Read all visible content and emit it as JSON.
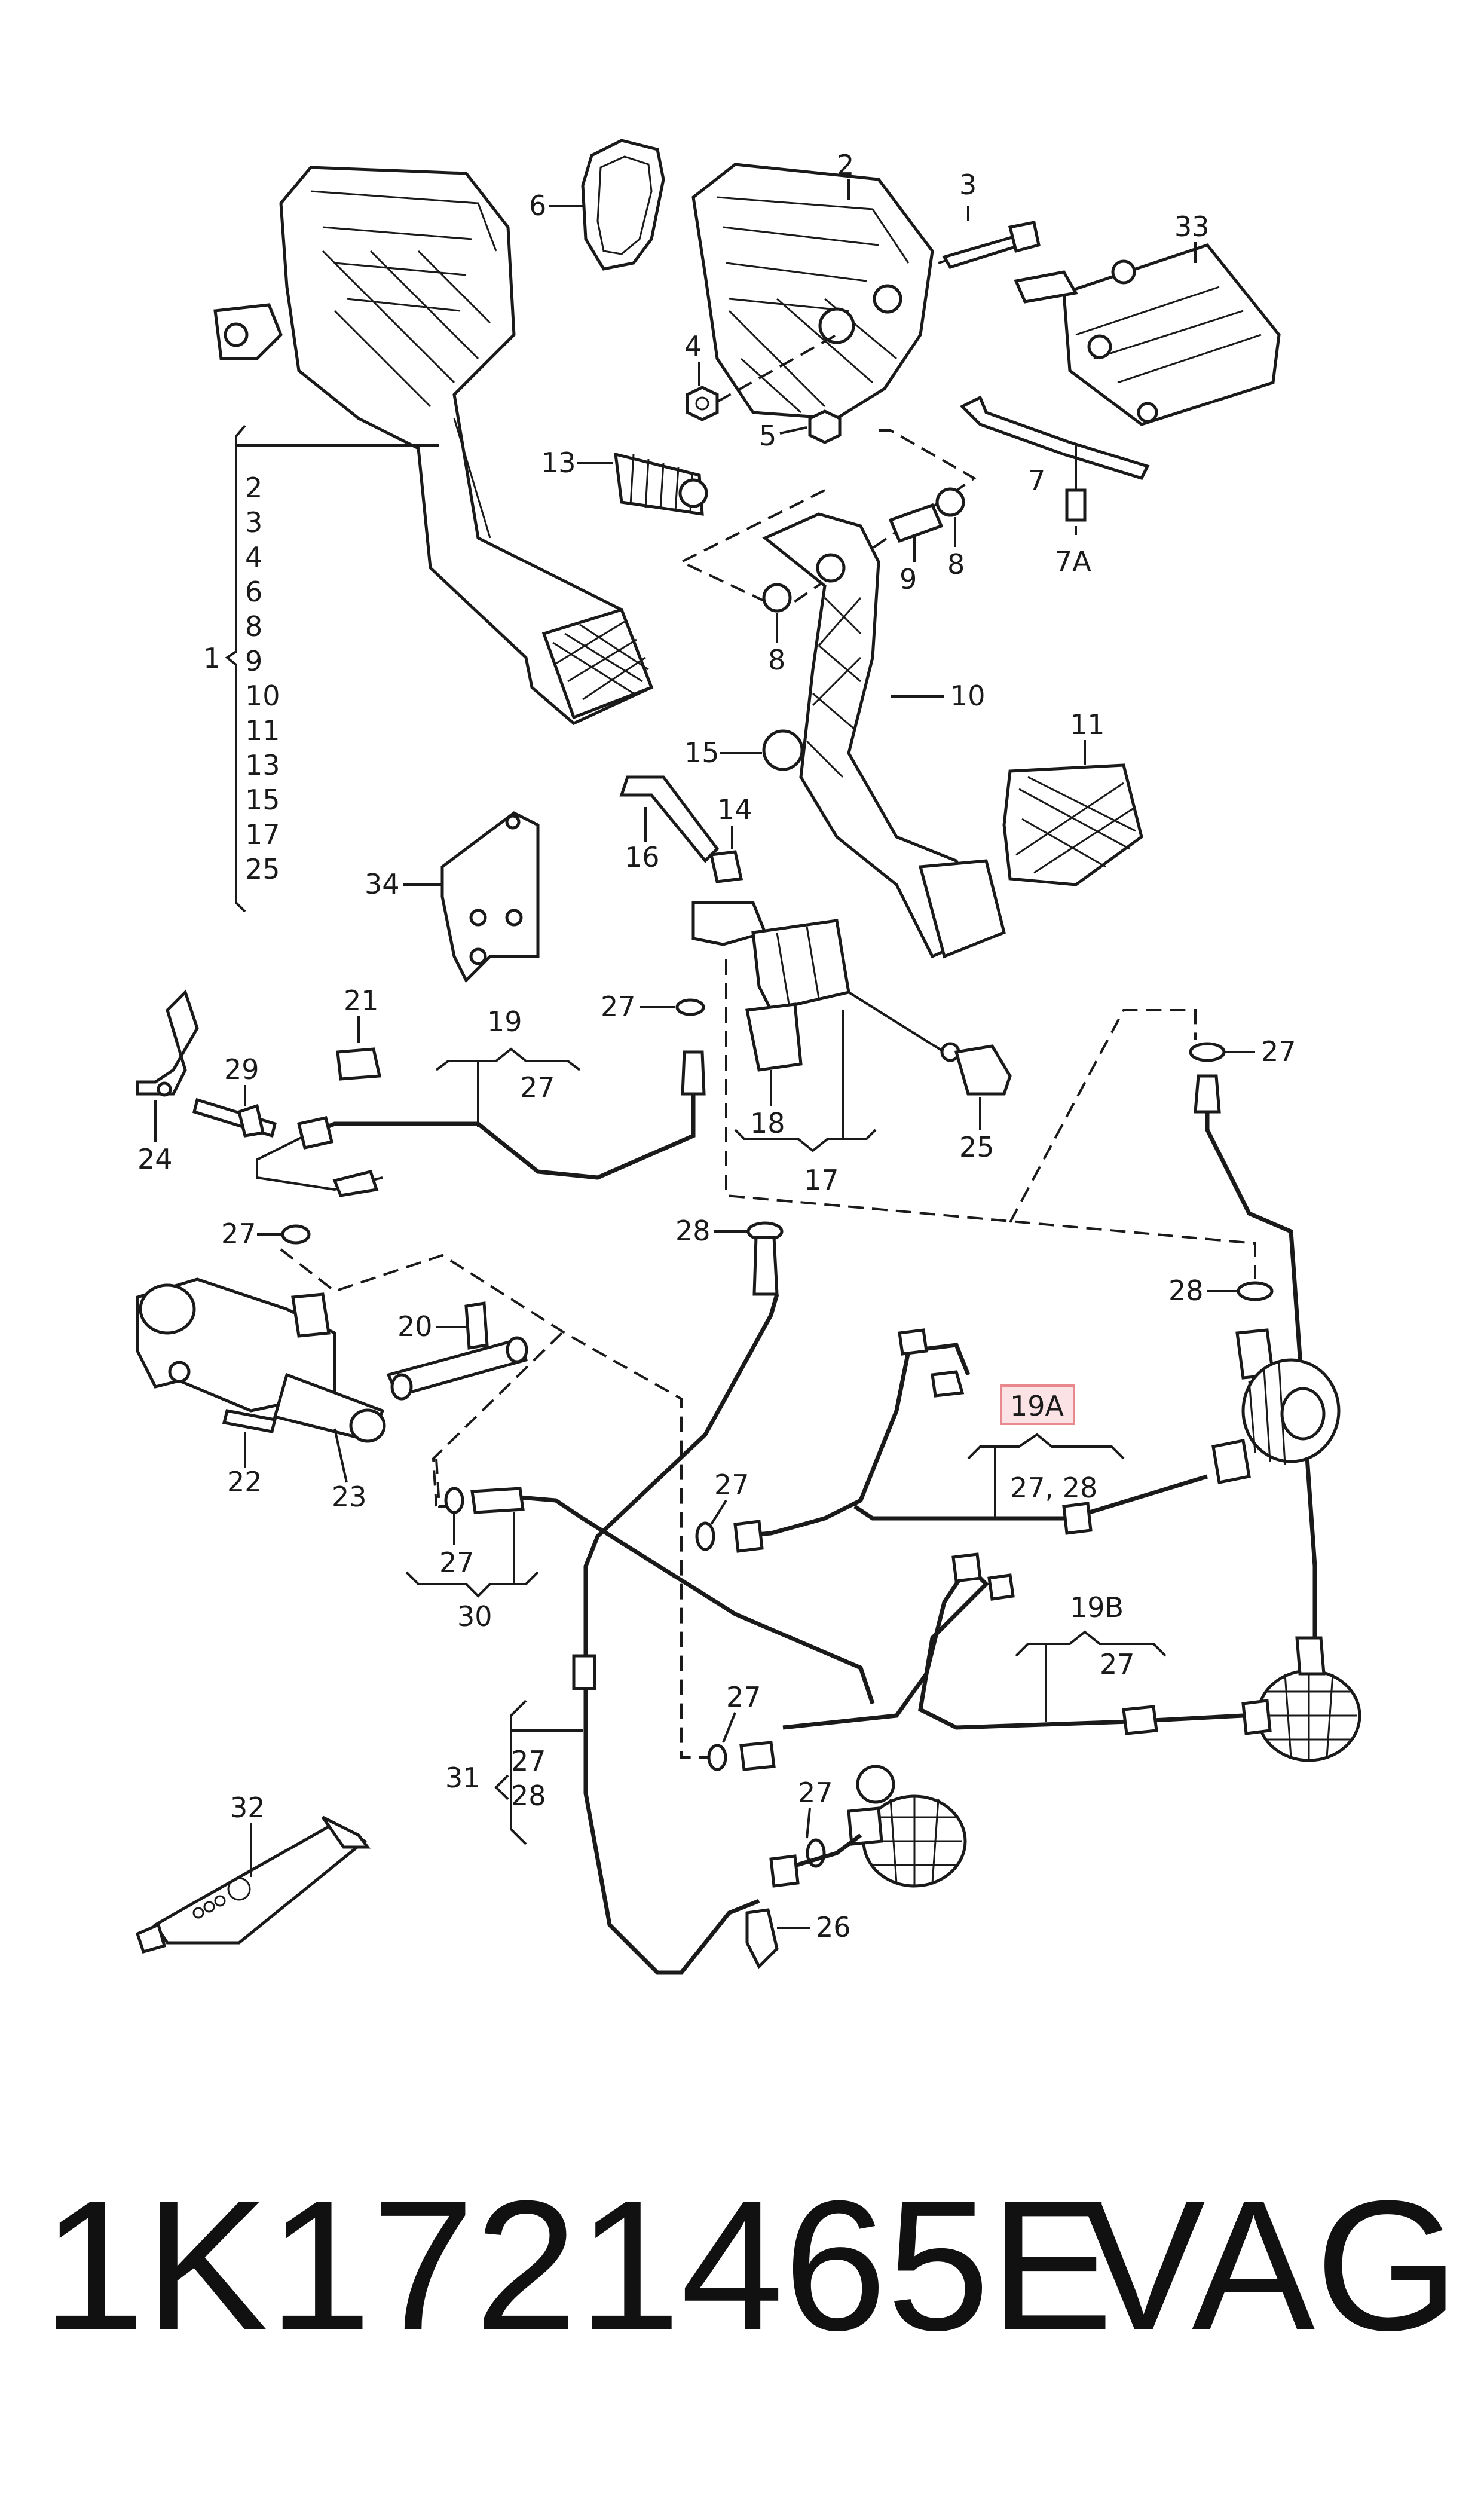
{
  "labels": {
    "l2": "2",
    "l3": "3",
    "l33": "33",
    "l6": "6",
    "l4": "4",
    "l5": "5",
    "l13": "13",
    "l7": "7",
    "l7a": "7A",
    "l8a": "8",
    "l9": "9",
    "l8b": "8",
    "l10": "10",
    "l15": "15",
    "l11": "11",
    "l14": "14",
    "l16": "16",
    "l34": "34",
    "l21": "21",
    "l19": "19",
    "l27_19": "27",
    "l29": "29",
    "l24": "24",
    "l27a": "27",
    "l18": "18",
    "l17": "17",
    "l25": "25",
    "l27b": "27",
    "l27c": "27",
    "l28a": "28",
    "l28b": "28",
    "l20": "20",
    "l22": "22",
    "l23": "23",
    "l19a": "19A",
    "l19a_sub": "27, 28",
    "l27d": "27",
    "l27e": "27",
    "l30": "30",
    "l19b": "19B",
    "l27_19b": "27",
    "l27f": "27",
    "l31": "31",
    "l31_27": "27",
    "l31_28": "28",
    "l27g": "27",
    "l32": "32",
    "l26": "26",
    "l1": "1"
  },
  "group1_items": [
    "2",
    "3",
    "4",
    "6",
    "8",
    "9",
    "10",
    "11",
    "13",
    "15",
    "17",
    "25"
  ],
  "footer": {
    "part_number": "1K1721465E",
    "brand": "VAG"
  },
  "colors": {
    "line": "#1a1a1a",
    "highlight_border": "#e8888f",
    "highlight_fill": "#fbe3e5"
  }
}
